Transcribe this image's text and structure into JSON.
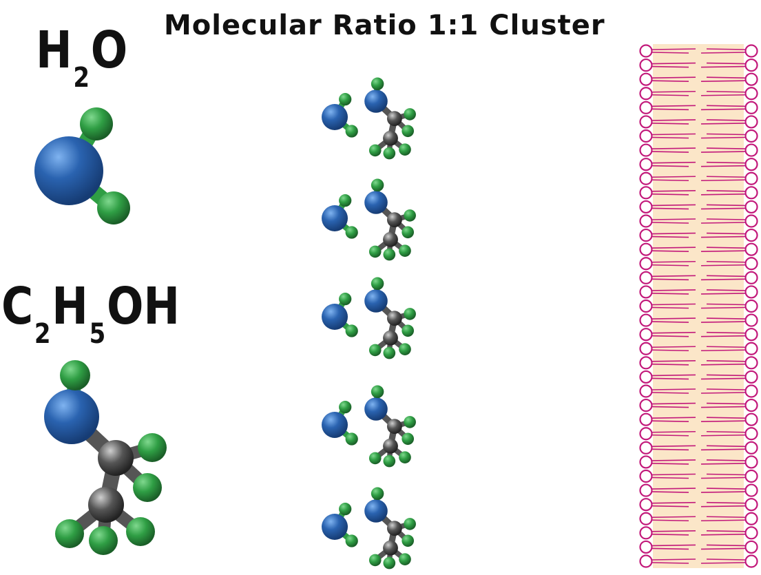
{
  "title": "Molecular Ratio 1:1 Cluster",
  "formulas": {
    "water": {
      "parts": [
        "H",
        "2",
        "O"
      ]
    },
    "ethanol": {
      "parts": [
        "C",
        "2",
        "H",
        "5",
        "OH"
      ]
    }
  },
  "colors": {
    "oxygen": "#2a63b0",
    "hydrogen": "#2f9e44",
    "carbon": "#555555",
    "membrane_head": "#c2187a",
    "membrane_core": "#fbe6c8"
  },
  "cluster": {
    "pairs": 5,
    "ratio": "1:1"
  },
  "membrane": {
    "lipid_rows": 37
  }
}
